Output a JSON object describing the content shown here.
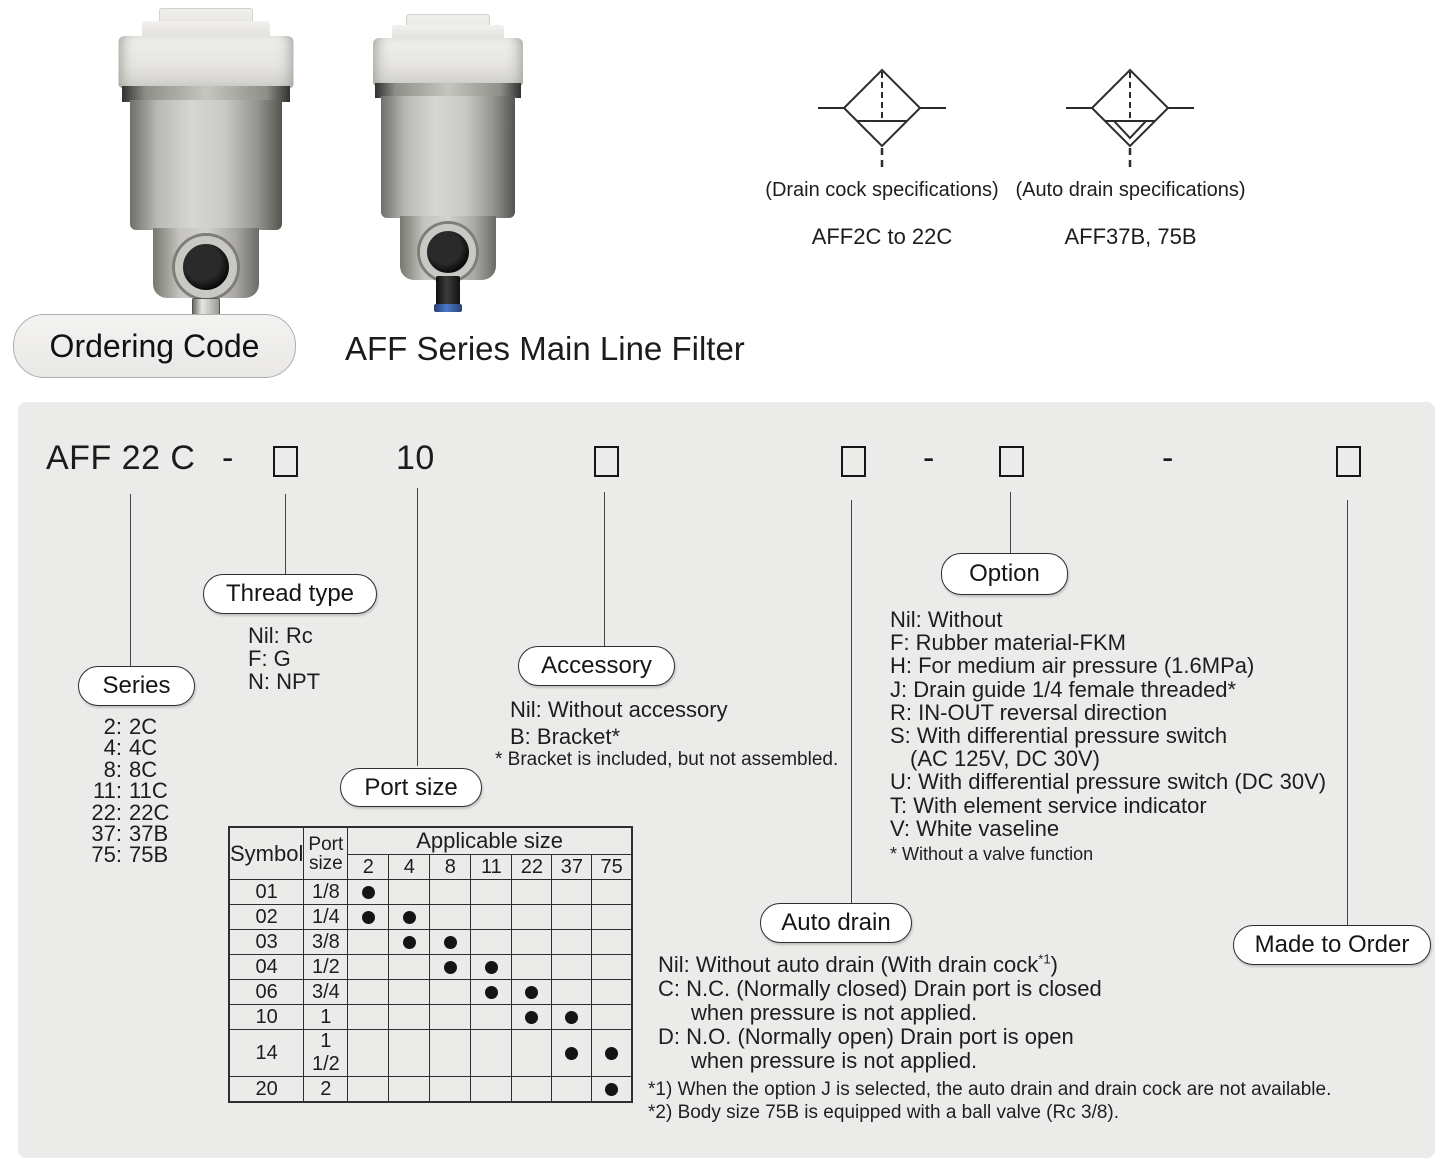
{
  "colors": {
    "panel_bg": "#ebebe9",
    "text": "#1f1f1f",
    "dot": "#141414",
    "auto_drain_fitting_blue": "#4a79c8"
  },
  "photos": {
    "left_name": "main-line-filter-with-drain-cock-photo",
    "right_name": "main-line-filter-with-auto-drain-photo"
  },
  "symbols": {
    "drain_cock": {
      "caption": "(Drain cock specifications)",
      "models": "AFF2C to 22C"
    },
    "auto_drain": {
      "caption": "(Auto drain specifications)",
      "models": "AFF37B, 75B"
    }
  },
  "header": {
    "ordering_code_label": "Ordering Code",
    "title": "AFF Series Main Line Filter"
  },
  "code_line": {
    "prefix": "AFF 22 C",
    "dash": "-",
    "port_value": "10"
  },
  "series": {
    "label": "Series",
    "items": [
      {
        "k": "2",
        "v": "2C"
      },
      {
        "k": "4",
        "v": "4C"
      },
      {
        "k": "8",
        "v": "8C"
      },
      {
        "k": "11",
        "v": "11C"
      },
      {
        "k": "22",
        "v": "22C"
      },
      {
        "k": "37",
        "v": "37B"
      },
      {
        "k": "75",
        "v": "75B"
      }
    ]
  },
  "thread_type": {
    "label": "Thread type",
    "items": [
      "Nil: Rc",
      "F: G",
      "N: NPT"
    ]
  },
  "port_size": {
    "label": "Port size",
    "table": {
      "symbol_header": "Symbol",
      "port_header": "Port size",
      "applicable_header": "Applicable size",
      "sizes": [
        "2",
        "4",
        "8",
        "11",
        "22",
        "37",
        "75"
      ],
      "rows": [
        {
          "symbol": "01",
          "port": "1/8",
          "dots": [
            0
          ]
        },
        {
          "symbol": "02",
          "port": "1/4",
          "dots": [
            0,
            1
          ]
        },
        {
          "symbol": "03",
          "port": "3/8",
          "dots": [
            1,
            2
          ]
        },
        {
          "symbol": "04",
          "port": "1/2",
          "dots": [
            2,
            3
          ]
        },
        {
          "symbol": "06",
          "port": "3/4",
          "dots": [
            3,
            4
          ]
        },
        {
          "symbol": "10",
          "port": "1",
          "dots": [
            4,
            5
          ]
        },
        {
          "symbol": "14",
          "port": "1 1/2",
          "dots": [
            5,
            6
          ]
        },
        {
          "symbol": "20",
          "port": "2",
          "dots": [
            6
          ]
        }
      ]
    }
  },
  "accessory": {
    "label": "Accessory",
    "items": [
      "Nil: Without accessory",
      "B: Bracket*"
    ],
    "footnote": "* Bracket is included, but not assembled."
  },
  "option": {
    "label": "Option",
    "items": [
      {
        "t": "Nil: Without"
      },
      {
        "t": "F: Rubber material-FKM"
      },
      {
        "t": "H: For medium air pressure (1.6MPa)"
      },
      {
        "t": "J: Drain guide 1/4 female threaded*"
      },
      {
        "t": "R: IN-OUT reversal direction"
      },
      {
        "t": "S: With differential pressure switch"
      },
      {
        "t": "(AC 125V, DC 30V)",
        "indent": true
      },
      {
        "t": "U: With differential pressure switch (DC 30V)"
      },
      {
        "t": "T: With element service indicator"
      },
      {
        "t": "V: White vaseline"
      }
    ],
    "footnote": "* Without a valve function"
  },
  "auto_drain": {
    "label": "Auto drain",
    "items": [
      {
        "t": "Nil: Without auto drain (With drain cock",
        "sup": "*1",
        "after": ")"
      },
      {
        "t": "C: N.C. (Normally closed) Drain port is closed"
      },
      {
        "t": "when pressure is not applied.",
        "indent": true
      },
      {
        "t": "D: N.O. (Normally open) Drain port is open"
      },
      {
        "t": "when pressure is not applied.",
        "indent": true
      }
    ]
  },
  "made_to_order": {
    "label": "Made to Order"
  },
  "footnotes": [
    "*1) When the option J is selected, the auto drain and drain cock are not available.",
    "*2) Body size 75B is equipped with a ball valve (Rc 3/8)."
  ]
}
